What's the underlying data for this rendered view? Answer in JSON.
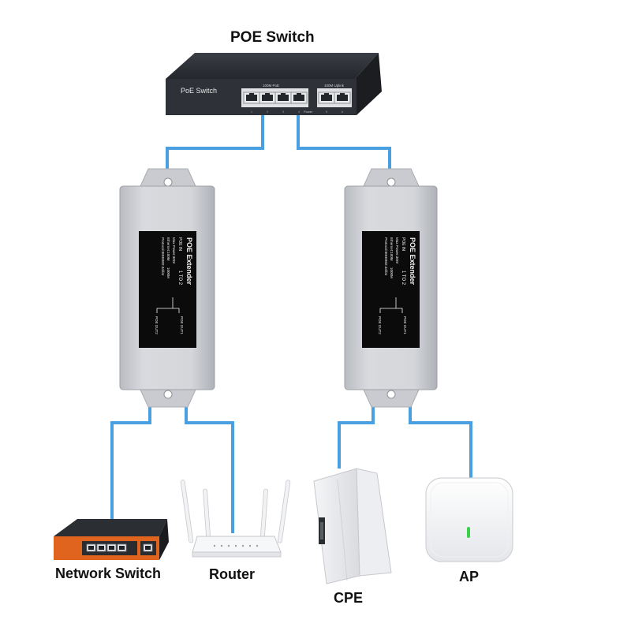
{
  "labels": {
    "poe_switch": "POE Switch",
    "network_switch": "Network Switch",
    "router": "Router",
    "cpe": "CPE",
    "ap": "AP"
  },
  "switch_panel": {
    "brand": "PoE Switch",
    "poe_group": "100M PoE",
    "uplink_group": "100M Uplink",
    "power": "Power",
    "port_numbers": [
      "1",
      "2",
      "3",
      "4",
      "5",
      "6"
    ]
  },
  "extender": {
    "title": "POE Extender",
    "poe_in": "POE IN",
    "ratio": "1 TO 2",
    "specs": [
      "Max Power:30W",
      "Ethernet:100M",
      "1000M",
      "Protocol:IEEE802.3af/at"
    ],
    "out1": "POE OUT1",
    "out2": "POE OUT2"
  },
  "colors": {
    "cable": "#4a9fe0",
    "extender_body": "#d2d4d8",
    "label_panel": "#0b0b0b",
    "switch_body": "#2a2d33",
    "network_switch_accent": "#e0641e",
    "ap_led": "#3ad04a"
  }
}
